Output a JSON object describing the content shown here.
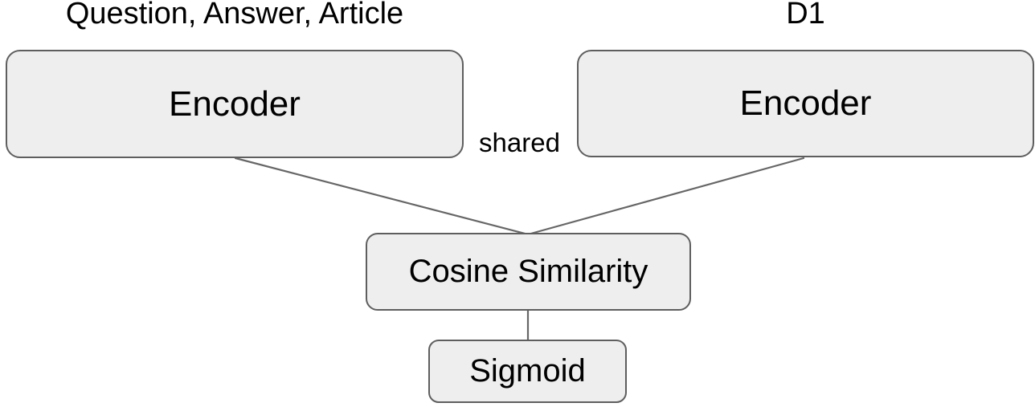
{
  "diagram": {
    "inputs": {
      "left_label": "Question, Answer, Article",
      "right_label": "D1"
    },
    "nodes": {
      "encoder_left": "Encoder",
      "encoder_right": "Encoder",
      "cosine": "Cosine Similarity",
      "sigmoid": "Sigmoid"
    },
    "annotations": {
      "shared": "shared"
    },
    "colors": {
      "node_fill": "#eeeeee",
      "node_border": "#5e5e5e",
      "connector": "#666666",
      "text": "#000000",
      "background": "#ffffff"
    }
  }
}
